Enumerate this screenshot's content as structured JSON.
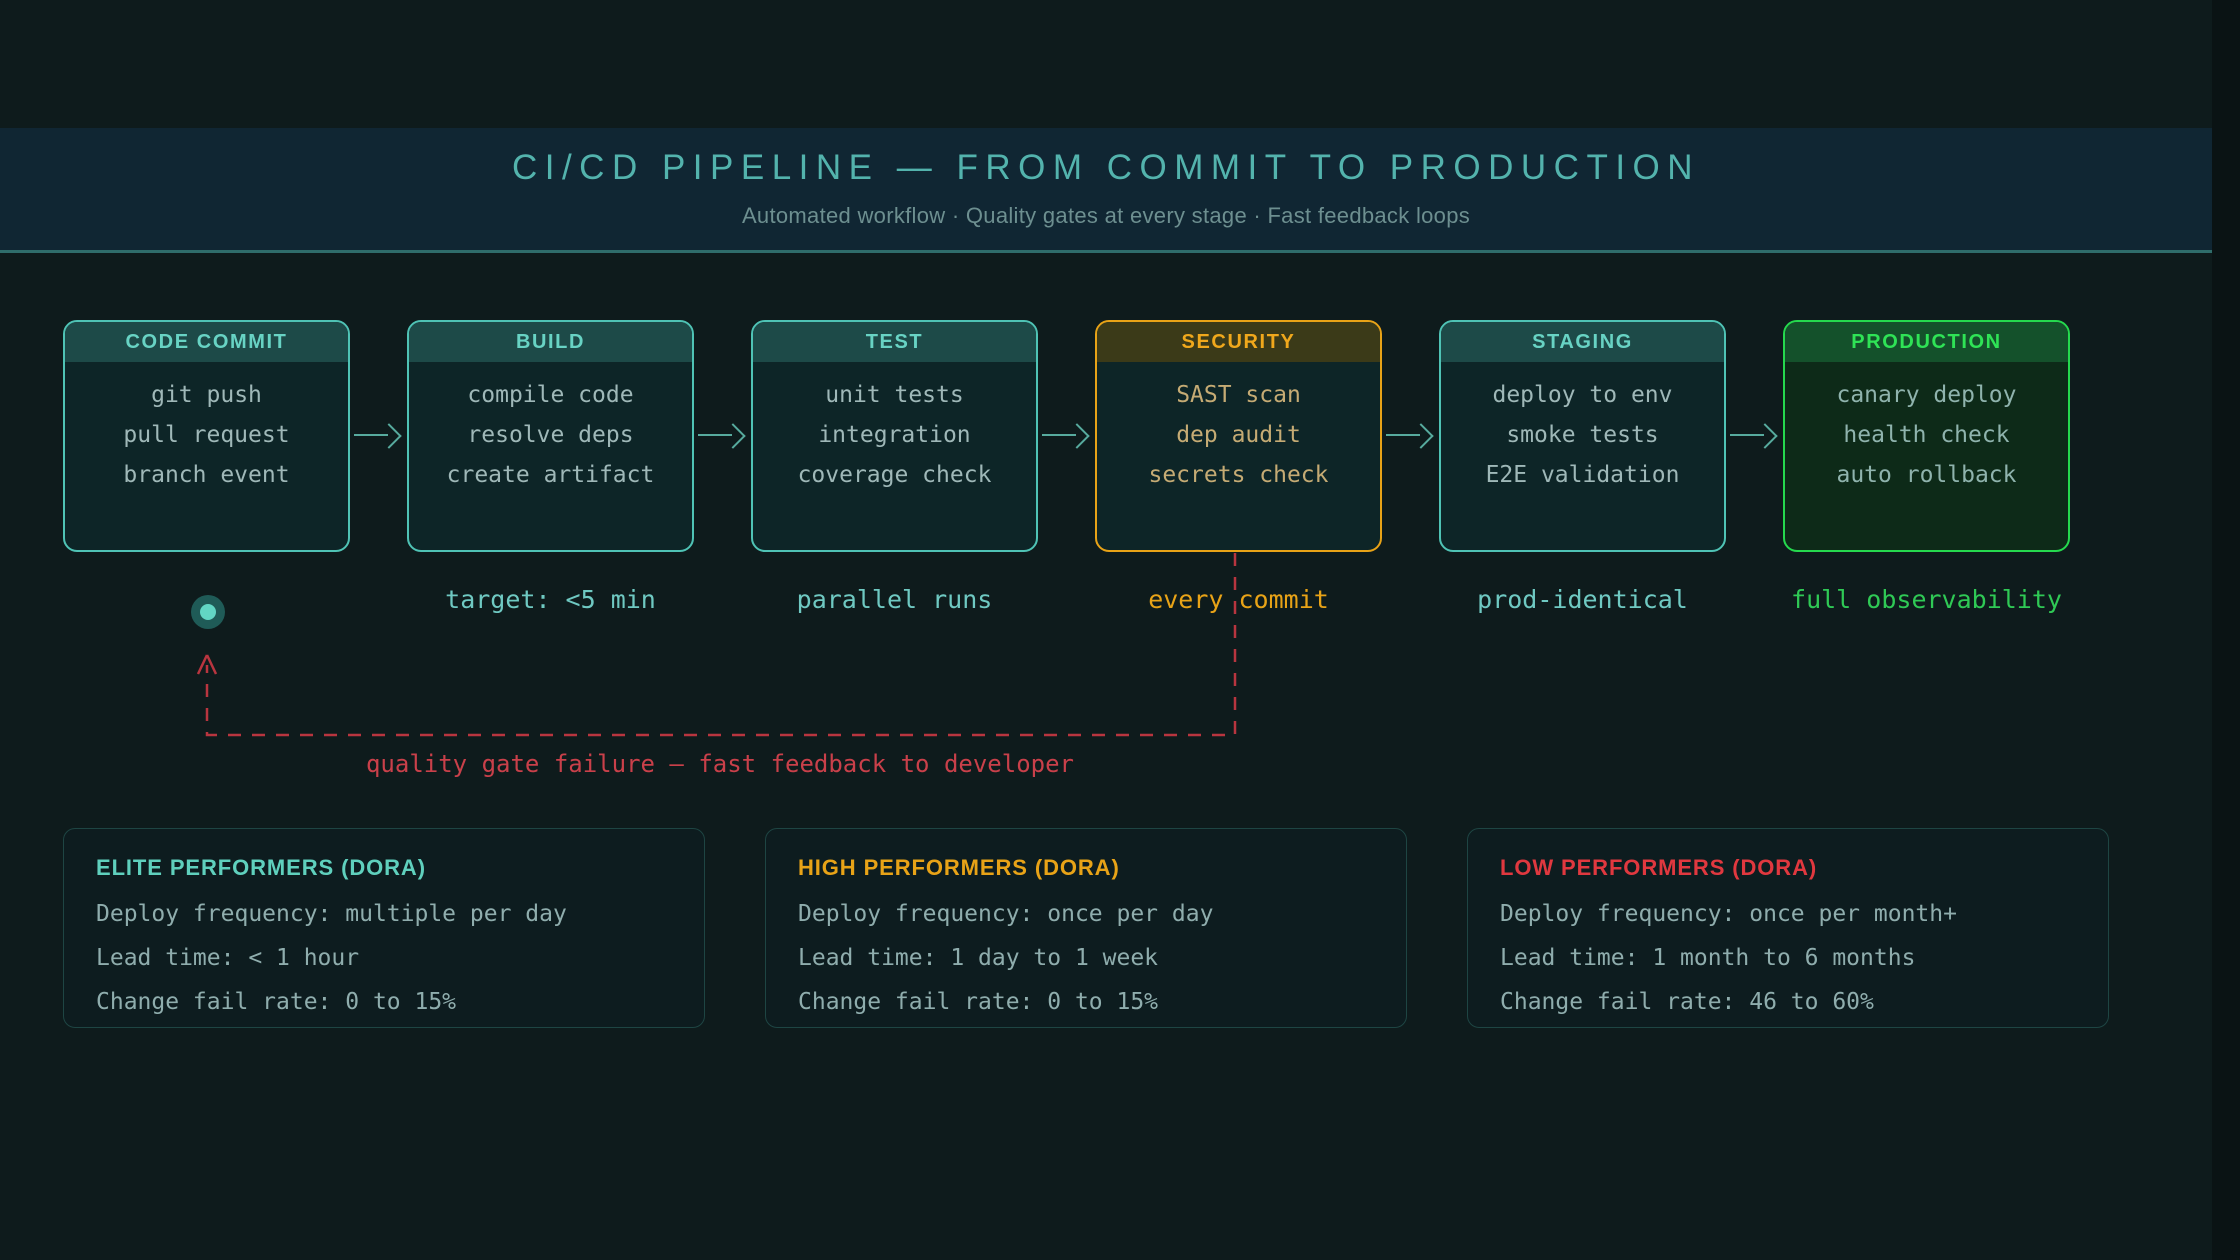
{
  "header": {
    "title": "CI/CD PIPELINE — FROM COMMIT TO PRODUCTION",
    "subtitle": "Automated workflow · Quality gates at every stage · Fast feedback loops"
  },
  "pipeline": {
    "stages": [
      {
        "name": "CODE COMMIT",
        "items": [
          "git push",
          "pull request",
          "branch event"
        ],
        "caption": "",
        "accent": "teal"
      },
      {
        "name": "BUILD",
        "items": [
          "compile code",
          "resolve deps",
          "create artifact"
        ],
        "caption": "target: <5 min",
        "accent": "teal"
      },
      {
        "name": "TEST",
        "items": [
          "unit tests",
          "integration",
          "coverage check"
        ],
        "caption": "parallel runs",
        "accent": "teal"
      },
      {
        "name": "SECURITY",
        "items": [
          "SAST scan",
          "dep audit",
          "secrets check"
        ],
        "caption": "every commit",
        "accent": "amber"
      },
      {
        "name": "STAGING",
        "items": [
          "deploy to env",
          "smoke tests",
          "E2E validation"
        ],
        "caption": "prod-identical",
        "accent": "teal"
      },
      {
        "name": "PRODUCTION",
        "items": [
          "canary deploy",
          "health check",
          "auto rollback"
        ],
        "caption": "full observability",
        "accent": "green"
      }
    ]
  },
  "feedback": {
    "label": "quality gate failure — fast feedback to developer",
    "from_stage": "SECURITY",
    "to_stage": "CODE COMMIT"
  },
  "dora_cards": [
    {
      "title": "ELITE PERFORMERS (DORA)",
      "accent": "teal",
      "lines": [
        "Deploy frequency: multiple per day",
        "Lead time: < 1 hour",
        "Change fail rate: 0 to 15%"
      ]
    },
    {
      "title": "HIGH PERFORMERS (DORA)",
      "accent": "amber",
      "lines": [
        "Deploy frequency: once per day",
        "Lead time: 1 day to 1 week",
        "Change fail rate: 0 to 15%"
      ]
    },
    {
      "title": "LOW PERFORMERS (DORA)",
      "accent": "red",
      "lines": [
        "Deploy frequency: once per month+",
        "Lead time: 1 month to 6 months",
        "Change fail rate: 46 to 60%"
      ]
    }
  ],
  "colors": {
    "background": "#0e1b1c",
    "header_band": "#102633",
    "teal_accent": "#4fc3b5",
    "amber_accent": "#e8a317",
    "green_accent": "#25d94e",
    "red_accent": "#c9404a"
  }
}
